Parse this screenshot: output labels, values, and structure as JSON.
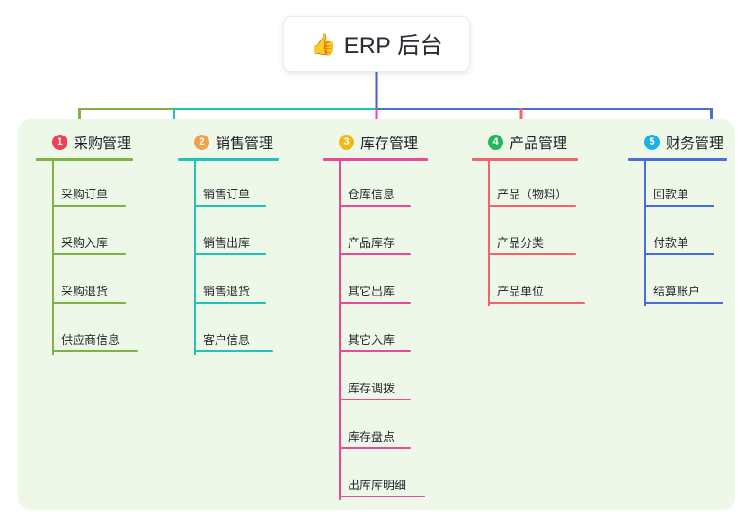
{
  "root": {
    "icon": "thumbs-up-icon",
    "icon_glyph": "👍",
    "label": "ERP 后台"
  },
  "panel": {
    "background_color": "#eef8e9"
  },
  "columns": [
    {
      "number": "1",
      "title": "采购管理",
      "badge_color": "#ef4056",
      "line_color": "#7cb342",
      "children": [
        "采购订单",
        "采购入库",
        "采购退货",
        "供应商信息"
      ]
    },
    {
      "number": "2",
      "title": "销售管理",
      "badge_color": "#f5a04a",
      "line_color": "#21c3b6",
      "children": [
        "销售订单",
        "销售出库",
        "销售退货",
        "客户信息"
      ]
    },
    {
      "number": "3",
      "title": "库存管理",
      "badge_color": "#f2b816",
      "line_color": "#ec4899",
      "children": [
        "仓库信息",
        "产品库存",
        "其它出库",
        "其它入库",
        "库存调拨",
        "库存盘点",
        "出库库明细"
      ]
    },
    {
      "number": "4",
      "title": "产品管理",
      "badge_color": "#22b859",
      "line_color": "#f4626b",
      "children": [
        "产品（物料）",
        "产品分类",
        "产品单位"
      ]
    },
    {
      "number": "5",
      "title": "财务管理",
      "badge_color": "#1ab3e8",
      "line_color": "#4a6fd4",
      "children": [
        "回款单",
        "付款单",
        "结算账户"
      ]
    }
  ],
  "connectors": {
    "trunk_color": "#4a5ad4",
    "bus_segments": [
      {
        "color": "#7cb342"
      },
      {
        "color": "#21c3b6"
      },
      {
        "color": "#4a6fd4"
      }
    ]
  }
}
